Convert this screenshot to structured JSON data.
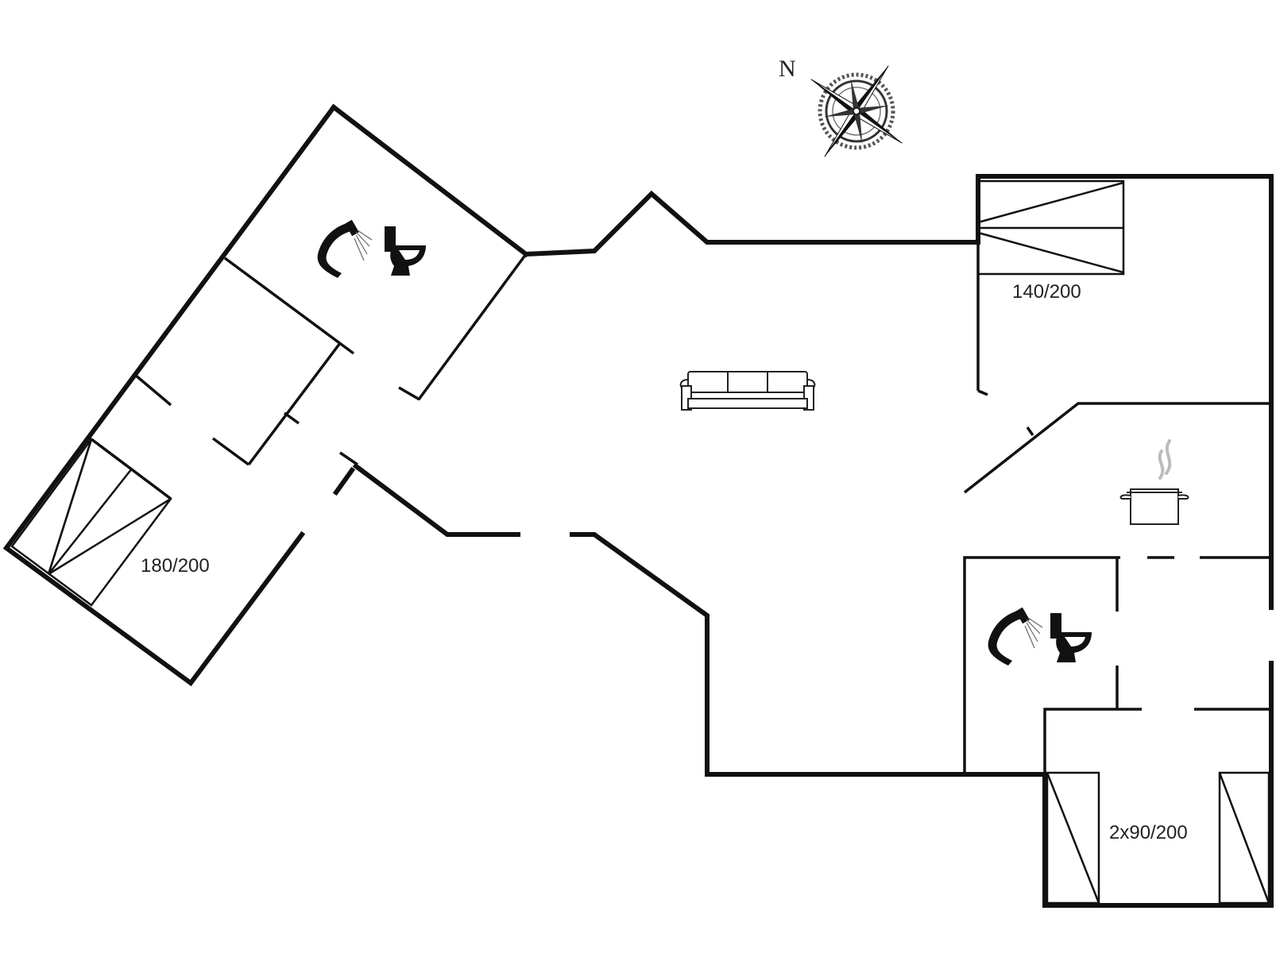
{
  "compass": {
    "north_letter": "N"
  },
  "rooms": {
    "bedroom_west_bed": "180/200",
    "bedroom_north_east_bed": "140/200",
    "bedroom_south_east_beds": "2x90/200"
  },
  "colors": {
    "wall": "#111111",
    "fixture": "#222222",
    "steam": "#bbbbbb",
    "background": "#ffffff"
  },
  "icons": [
    "compass-rose-icon",
    "shower-icon",
    "toilet-icon",
    "sofa-icon",
    "cooking-pot-icon",
    "bed-icon"
  ]
}
